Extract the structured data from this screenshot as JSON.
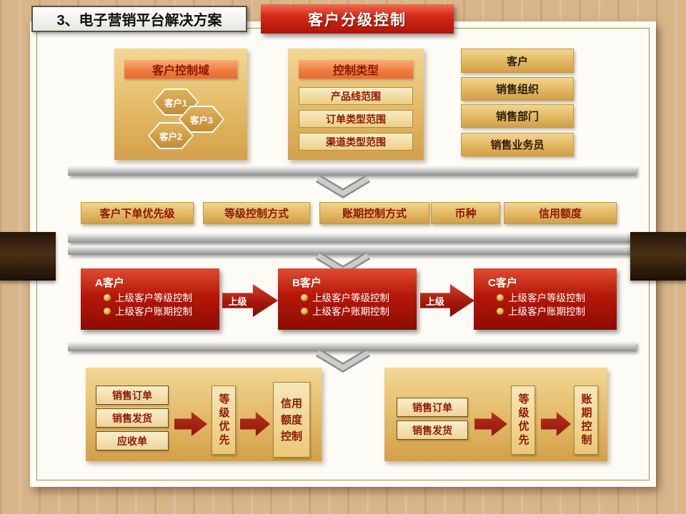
{
  "slide": {
    "section_title": "3、电子营销平台解决方案",
    "banner_title": "客户分级控制"
  },
  "customer_domain_panel": {
    "title": "客户控制域",
    "hexagons": [
      "客户1",
      "客户3",
      "客户2"
    ]
  },
  "control_type_panel": {
    "title": "控制类型",
    "items": [
      "产品线范围",
      "订单类型范围",
      "渠道类型范围"
    ]
  },
  "org_column": {
    "items": [
      "客户",
      "销售组织",
      "销售部门",
      "销售业务员"
    ]
  },
  "control_dimensions": [
    "客户下单优先级",
    "等级控制方式",
    "账期控制方式",
    "币种",
    "信用额度"
  ],
  "customer_tiers": {
    "arrow_label": "上级",
    "tiers": [
      {
        "name": "A客户",
        "bullets": [
          "上级客户等级控制",
          "上级客户账期控制"
        ]
      },
      {
        "name": "B客户",
        "bullets": [
          "上级客户等级控制",
          "上级客户账期控制"
        ]
      },
      {
        "name": "C客户",
        "bullets": [
          "上级客户等级控制",
          "上级客户账期控制"
        ]
      }
    ]
  },
  "flow_left": {
    "documents": [
      "销售订单",
      "销售发货",
      "应收单"
    ],
    "priority": "等级优先",
    "control": "信用额度控制"
  },
  "flow_right": {
    "documents": [
      "销售订单",
      "销售发货"
    ],
    "priority": "等级优先",
    "control": "账期控制"
  },
  "colors": {
    "accent_red": "#c01f12",
    "gold": "#ddab55",
    "panel_header_orange": "#ee7a3c",
    "bar_gray": "#b9b9b9",
    "wood_background": "#d9b68a"
  }
}
